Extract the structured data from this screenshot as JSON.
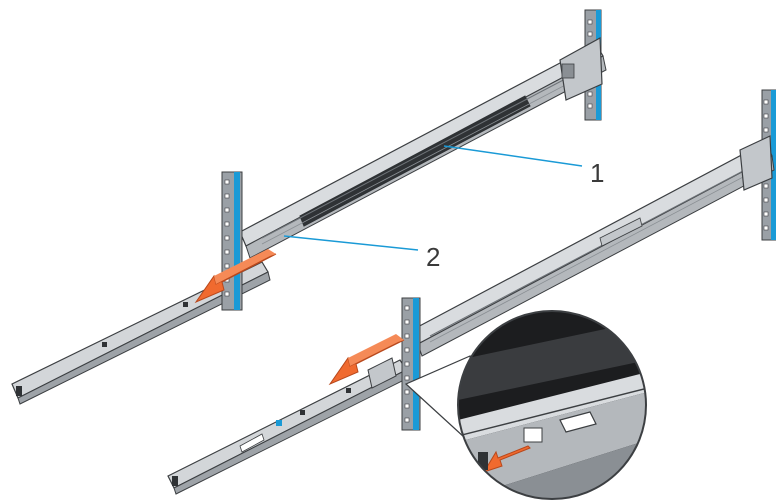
{
  "diagram": {
    "callouts": [
      {
        "id": "1",
        "label": "1"
      },
      {
        "id": "2",
        "label": "2"
      }
    ],
    "colors": {
      "rack_post": "#8c9299",
      "rack_accent": "#1a9ad6",
      "rail_light": "#d9dcdf",
      "rail_mid": "#b4b8bc",
      "rail_dark": "#6e7378",
      "rail_slot": "#2f3235",
      "arrow": "#f06a2f",
      "leader": "#1a9ad6",
      "outline": "#3c3f42",
      "zoom_bg": "#1c1d1f"
    },
    "icons": [
      "orange-arrow-icon",
      "zoom-lens-icon"
    ]
  }
}
